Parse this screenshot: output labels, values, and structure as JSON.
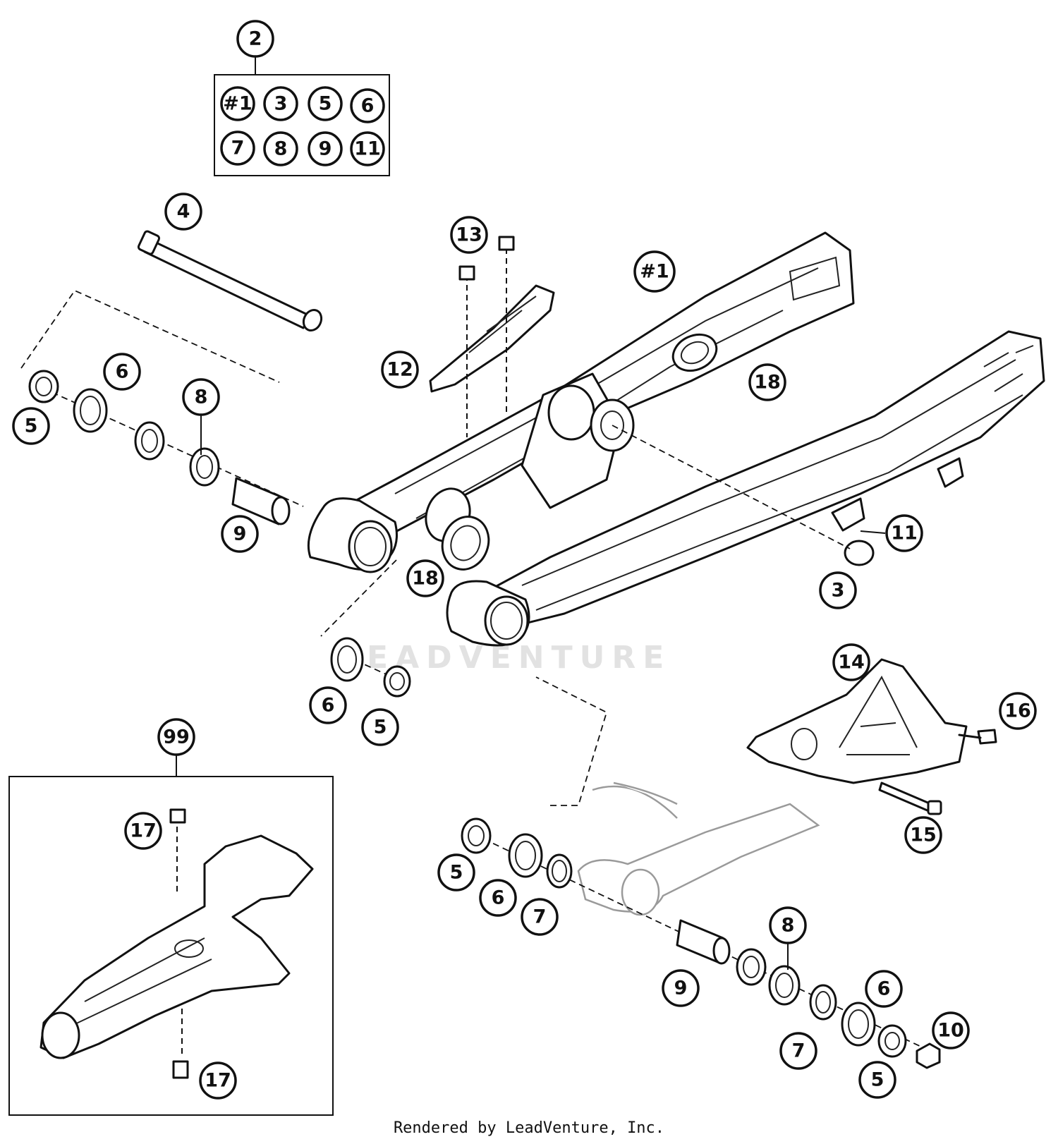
{
  "diagram": {
    "kit_label": "2",
    "kit_contents": [
      "#1",
      "3",
      "5",
      "6",
      "7",
      "8",
      "9",
      "11"
    ],
    "assembly_label": "99",
    "callouts": {
      "swingarm": "#1",
      "axle_bolt": "4",
      "sleeve_cap": "3",
      "chain_slider_guard": "11",
      "cable_holder": "12",
      "holder_screws": "13",
      "inserts": "18",
      "chain_guide": "14",
      "guide_screw": "15",
      "guide_nut": "16",
      "slider_screws": "17",
      "nut": "10",
      "seal": "5",
      "bearing_ring": "6",
      "washer": "7",
      "needle_bearing": "8",
      "spacer_sleeve": "9"
    }
  },
  "watermark": "LEADVENTURE",
  "footer": "Rendered by LeadVenture, Inc."
}
